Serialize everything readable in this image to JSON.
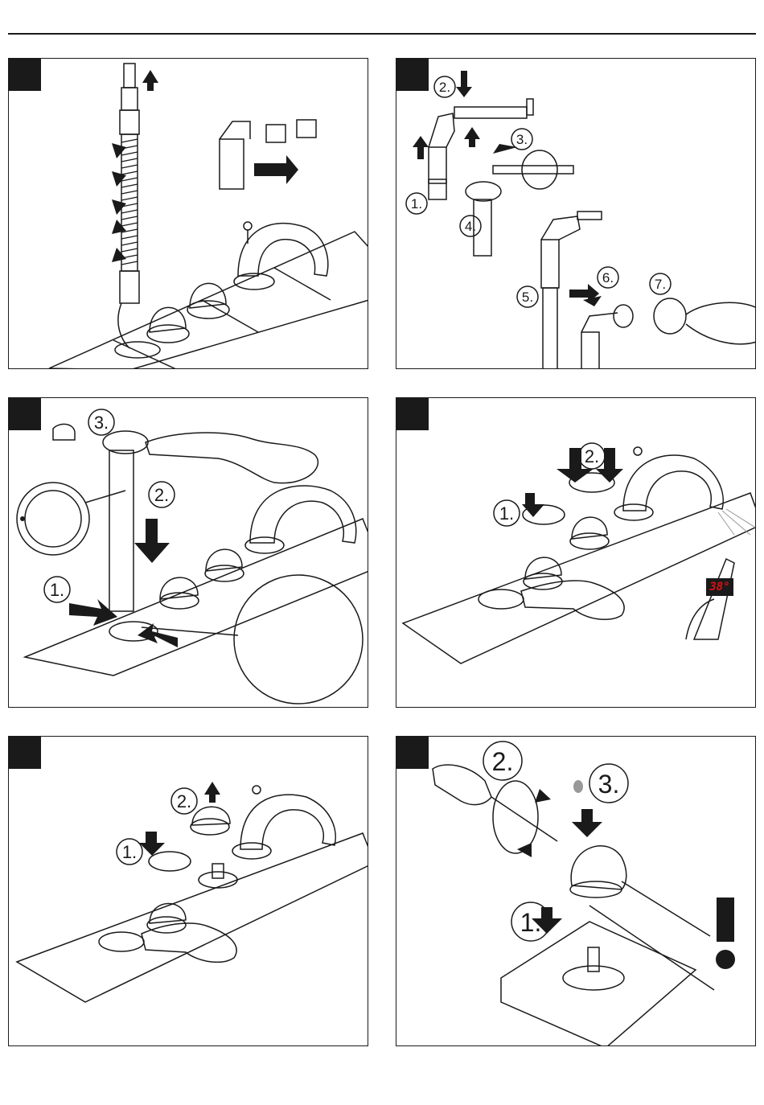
{
  "panels": [
    {
      "id": "p1",
      "step_labels": []
    },
    {
      "id": "p2",
      "step_labels": [
        "1.",
        "2.",
        "3.",
        "4.",
        "5.",
        "6.",
        "7."
      ]
    },
    {
      "id": "p3",
      "step_labels": [
        "1.",
        "2.",
        "3."
      ]
    },
    {
      "id": "p4",
      "step_labels": [
        "1.",
        "2."
      ],
      "thermometer_reading": "38°"
    },
    {
      "id": "p5",
      "step_labels": [
        "1.",
        "2."
      ]
    },
    {
      "id": "p6",
      "step_labels": [
        "1.",
        "2.",
        "3."
      ]
    }
  ],
  "icons": {
    "warning": "exclamation-mark-icon",
    "arrow": "direction-arrow-icon",
    "rotate": "rotation-arrow-icon"
  },
  "colors": {
    "line": "#1a1a1a",
    "display_text": "#e01010"
  }
}
